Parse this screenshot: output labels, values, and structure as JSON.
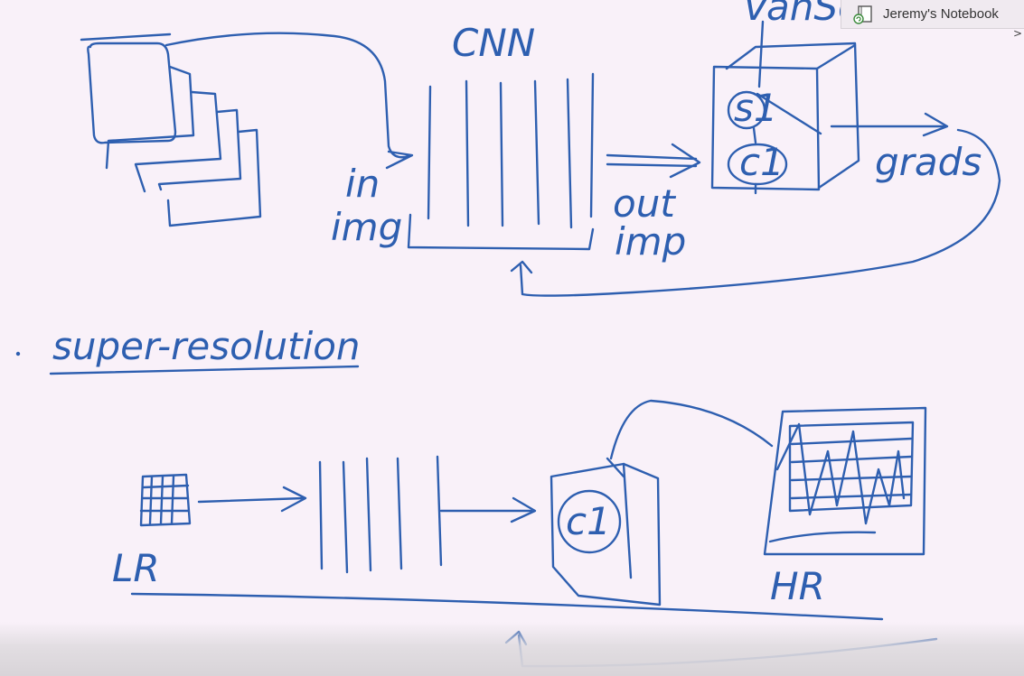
{
  "notebook_tab": {
    "label": "Jeremy's Notebook",
    "icon": "onenote-notebook-icon",
    "chevron": ">"
  },
  "colors": {
    "ink": "#2e5fb0",
    "background": "#f9f1f9"
  },
  "handwriting": {
    "cnn_label": "CNN",
    "vangogh_label": "VanSogh",
    "style_layer_label": "s1",
    "content_layer_label": "c1",
    "grads_label": "grads",
    "in_label": "in",
    "img_label": "img",
    "out_label": "out",
    "imp_label": "imp",
    "super_resolution_heading": "super-resolution",
    "c1_bottom_label": "c1",
    "lr_label": "LR",
    "hr_label": "HR"
  }
}
